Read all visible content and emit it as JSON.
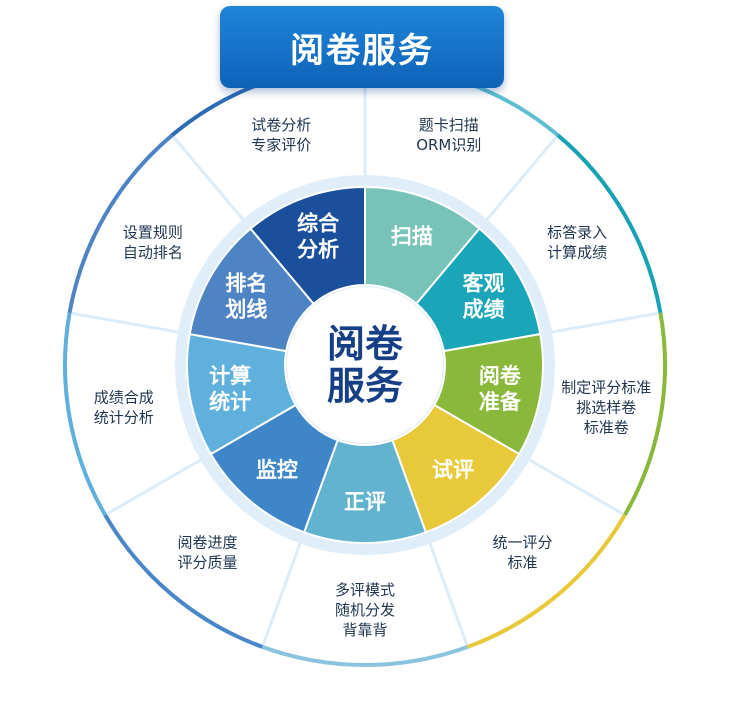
{
  "title": "阅卷服务",
  "center": [
    "阅卷",
    "服务"
  ],
  "segments": [
    {
      "lines": [
        "扫描"
      ],
      "color": "#78c3b8"
    },
    {
      "lines": [
        "客观",
        "成绩"
      ],
      "color": "#1aa6b8"
    },
    {
      "lines": [
        "阅卷",
        "准备"
      ],
      "color": "#8ab83a"
    },
    {
      "lines": [
        "试评"
      ],
      "color": "#e8c93a"
    },
    {
      "lines": [
        "正评"
      ],
      "color": "#62b3cf"
    },
    {
      "lines": [
        "监控"
      ],
      "color": "#3f86c8"
    },
    {
      "lines": [
        "计算",
        "统计"
      ],
      "color": "#5fb0dc"
    },
    {
      "lines": [
        "排名",
        "划线"
      ],
      "color": "#4f84c4"
    },
    {
      "lines": [
        "综合",
        "分析"
      ],
      "color": "#1b4f9b"
    }
  ],
  "outer": [
    {
      "lines": [
        "题卡扫描",
        "ORM识别"
      ]
    },
    {
      "lines": [
        "标答录入",
        "计算成绩"
      ]
    },
    {
      "lines": [
        "制定评分标准",
        "挑选样卷",
        "标准卷"
      ]
    },
    {
      "lines": [
        "统一评分",
        "标准"
      ]
    },
    {
      "lines": [
        "多评模式",
        "随机分发",
        "背靠背"
      ]
    },
    {
      "lines": [
        "阅卷进度",
        "评分质量"
      ]
    },
    {
      "lines": [
        "成绩合成",
        "统计分析"
      ]
    },
    {
      "lines": [
        "设置规则",
        "自动排名"
      ]
    },
    {
      "lines": [
        "试卷分析",
        "专家评价"
      ]
    }
  ],
  "colors": {
    "banner": "#1f86d8",
    "center_text": "#163f86",
    "outer_text": "#1f3550",
    "divider": "#dcecf8"
  }
}
